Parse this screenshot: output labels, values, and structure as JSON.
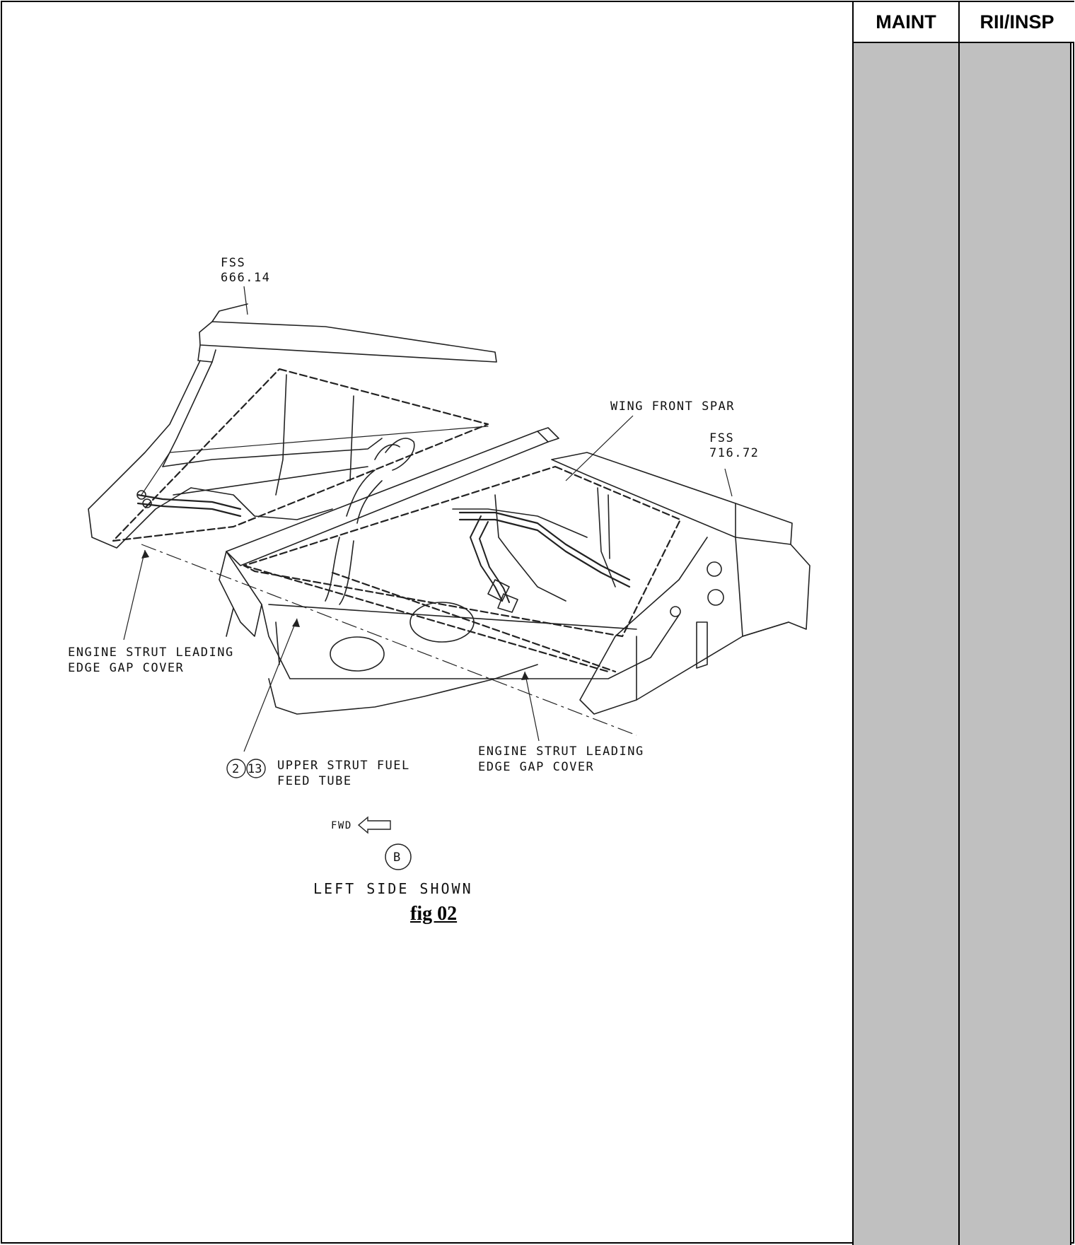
{
  "columns": {
    "maint": "MAINT",
    "rii": "RII/INSP"
  },
  "figure": {
    "caption": "fig 02",
    "labels": {
      "fss_left_1": "FSS",
      "fss_left_2": "666.14",
      "fss_right_1": "FSS",
      "fss_right_2": "716.72",
      "wing_front_spar": "WING FRONT SPAR",
      "gap_left_1": "ENGINE STRUT LEADING",
      "gap_left_2": "EDGE GAP COVER",
      "gap_right_1": "ENGINE STRUT LEADING",
      "gap_right_2": "EDGE GAP COVER",
      "ref_1": "2",
      "ref_2": "13",
      "fuel_1": "UPPER STRUT FUEL",
      "fuel_2": "FEED TUBE",
      "fwd": "FWD",
      "view": "B",
      "side": "LEFT SIDE SHOWN"
    }
  }
}
